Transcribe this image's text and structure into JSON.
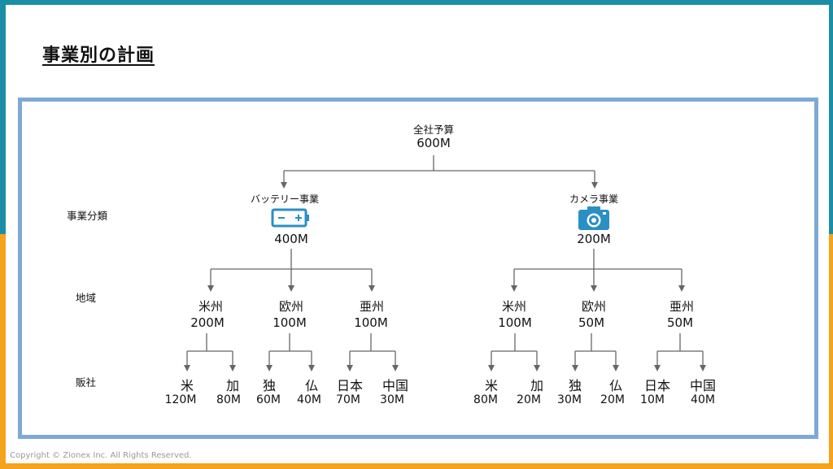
{
  "page_title": "事業別の計画",
  "row_labels": {
    "segment": "事業分類",
    "region": "地域",
    "sales": "販社"
  },
  "root": {
    "label": "全社予算",
    "amount": "600M"
  },
  "battery": {
    "label": "バッテリー事業",
    "amount": "400M",
    "icon": "battery-icon",
    "regions": [
      {
        "name": "米州",
        "amount": "200M",
        "leaves": [
          {
            "name": "米",
            "amount": "120M"
          },
          {
            "name": "加",
            "amount": "80M"
          }
        ]
      },
      {
        "name": "欧州",
        "amount": "100M",
        "leaves": [
          {
            "name": "独",
            "amount": "60M"
          },
          {
            "name": "仏",
            "amount": "40M"
          }
        ]
      },
      {
        "name": "亜州",
        "amount": "100M",
        "leaves": [
          {
            "name": "日本",
            "amount": "70M"
          },
          {
            "name": "中国",
            "amount": "30M"
          }
        ]
      }
    ]
  },
  "camera": {
    "label": "カメラ事業",
    "amount": "200M",
    "icon": "camera-icon",
    "regions": [
      {
        "name": "米州",
        "amount": "100M",
        "leaves": [
          {
            "name": "米",
            "amount": "80M"
          },
          {
            "name": "加",
            "amount": "20M"
          }
        ]
      },
      {
        "name": "欧州",
        "amount": "50M",
        "leaves": [
          {
            "name": "独",
            "amount": "30M"
          },
          {
            "name": "仏",
            "amount": "20M"
          }
        ]
      },
      {
        "name": "亜州",
        "amount": "50M",
        "leaves": [
          {
            "name": "日本",
            "amount": "10M"
          },
          {
            "name": "中国",
            "amount": "40M"
          }
        ]
      }
    ]
  },
  "colors": {
    "frame_teal": "#1b8ea5",
    "frame_orange": "#f5a21c",
    "box_border": "#7ea9d6",
    "icon_blue": "#2a8fc4"
  },
  "copyright": "Copyright © Zionex Inc. All Rights Reserved."
}
